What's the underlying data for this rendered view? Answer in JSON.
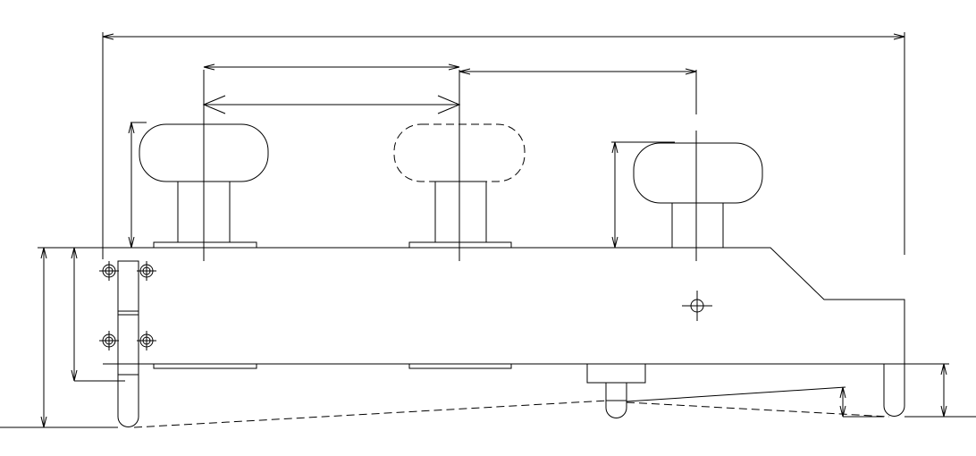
{
  "drawing": {
    "line_color": "#000000",
    "background": "#ffffff",
    "components": [
      "overall-width-dimension",
      "bollard-spacing-dimension-1",
      "bollard-spacing-dimension-2",
      "bollard-left",
      "bollard-middle",
      "bollard-right",
      "base-frame",
      "hinge-plate",
      "mounting-holes",
      "center-mark",
      "support-foot",
      "ground-line",
      "slope-line"
    ]
  }
}
